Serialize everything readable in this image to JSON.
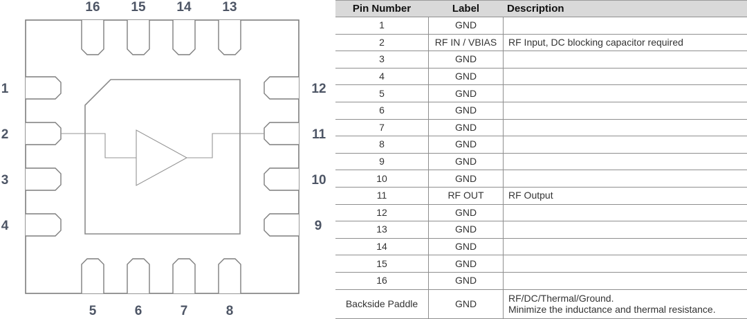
{
  "diagram": {
    "symbol": "amplifier",
    "pins_top": [
      "16",
      "15",
      "14",
      "13"
    ],
    "pins_left": [
      "1",
      "2",
      "3",
      "4"
    ],
    "pins_right": [
      "12",
      "11",
      "10",
      "9"
    ],
    "pins_bottom": [
      "5",
      "6",
      "7",
      "8"
    ]
  },
  "pin_table": {
    "headers": {
      "pin": "Pin Number",
      "label": "Label",
      "description": "Description"
    },
    "rows": [
      {
        "pin": "1",
        "label": "GND",
        "description": ""
      },
      {
        "pin": "2",
        "label": "RF IN / VBIAS",
        "description": "RF Input, DC blocking capacitor required"
      },
      {
        "pin": "3",
        "label": "GND",
        "description": ""
      },
      {
        "pin": "4",
        "label": "GND",
        "description": ""
      },
      {
        "pin": "5",
        "label": "GND",
        "description": ""
      },
      {
        "pin": "6",
        "label": "GND",
        "description": ""
      },
      {
        "pin": "7",
        "label": "GND",
        "description": ""
      },
      {
        "pin": "8",
        "label": "GND",
        "description": ""
      },
      {
        "pin": "9",
        "label": "GND",
        "description": ""
      },
      {
        "pin": "10",
        "label": "GND",
        "description": ""
      },
      {
        "pin": "11",
        "label": "RF OUT",
        "description": "RF Output"
      },
      {
        "pin": "12",
        "label": "GND",
        "description": ""
      },
      {
        "pin": "13",
        "label": "GND",
        "description": ""
      },
      {
        "pin": "14",
        "label": "GND",
        "description": ""
      },
      {
        "pin": "15",
        "label": "GND",
        "description": ""
      },
      {
        "pin": "16",
        "label": "GND",
        "description": ""
      },
      {
        "pin": "Backside Paddle",
        "label": "GND",
        "description": "RF/DC/Thermal/Ground.",
        "description_line2": "Minimize the inductance and thermal resistance."
      }
    ]
  },
  "colors": {
    "table_header_bg": "#d9d9d9",
    "table_line": "#8e8e8e",
    "diagram_line": "#7d7d7d",
    "pin_number_text": "#4d5565",
    "cell_text": "#333333"
  }
}
